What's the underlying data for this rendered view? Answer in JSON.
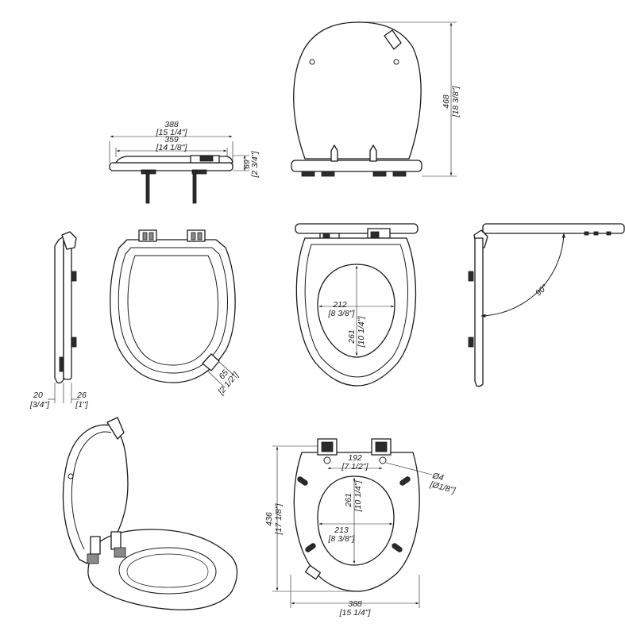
{
  "drawing": {
    "side_view": {
      "width_mm": "388",
      "width_in": "[15 1/4\"]",
      "inner_mm": "359",
      "inner_in": "[14 1/8\"]",
      "height_mm": "69",
      "height_in": "[2 3/4\"]"
    },
    "rear_view": {
      "height_mm": "468",
      "height_in": "[18 3/8\"]"
    },
    "profile_view": {
      "a_mm": "20",
      "a_in": "[3/4\"]",
      "b_mm": "26",
      "b_in": "[1\"]"
    },
    "seat_view": {
      "hinge_mm": "65",
      "hinge_in": "[2 1/2\"]"
    },
    "opening_view": {
      "width_mm": "212",
      "width_in": "[8 3/8\"]",
      "length_mm": "261",
      "length_in": "[10 1/4\"]"
    },
    "angle_view": {
      "angle": "90°"
    },
    "bottom_view": {
      "hole_spacing_mm": "192",
      "hole_spacing_in": "[7 1/2\"]",
      "hole_dia_mm": "Ø4",
      "hole_dia_in": "[Ø1/8\"]",
      "open_length_mm": "261",
      "open_length_in": "[10 1/4\"]",
      "open_width_mm": "213",
      "open_width_in": "[8 3/8\"]",
      "length_mm": "436",
      "length_in": "[17 1/8\"]",
      "width_mm": "388",
      "width_in": "[15 1/4\"]"
    }
  }
}
